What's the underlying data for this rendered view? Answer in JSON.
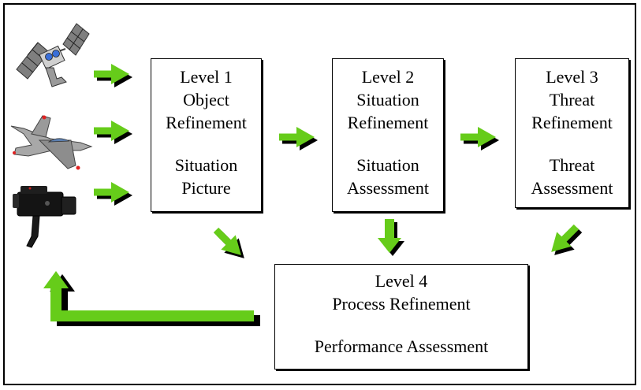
{
  "boxes": {
    "level1": {
      "title": "Level 1",
      "line2": "Object",
      "line3": "Refinement",
      "line4": "Situation",
      "line5": "Picture"
    },
    "level2": {
      "title": "Level 2",
      "line2": "Situation",
      "line3": "Refinement",
      "line4": "Situation",
      "line5": "Assessment"
    },
    "level3": {
      "title": "Level 3",
      "line2": "Threat",
      "line3": "Refinement",
      "line4": "Threat",
      "line5": "Assessment"
    },
    "level4": {
      "title": "Level 4",
      "line2": "Process Refinement",
      "line3": "Performance Assessment"
    }
  },
  "sources": [
    "satellite-icon",
    "fighter-jet-icon",
    "video-camera-icon"
  ],
  "colors": {
    "arrow": "#66cc1a",
    "shadow": "#000000",
    "border": "#000000"
  }
}
